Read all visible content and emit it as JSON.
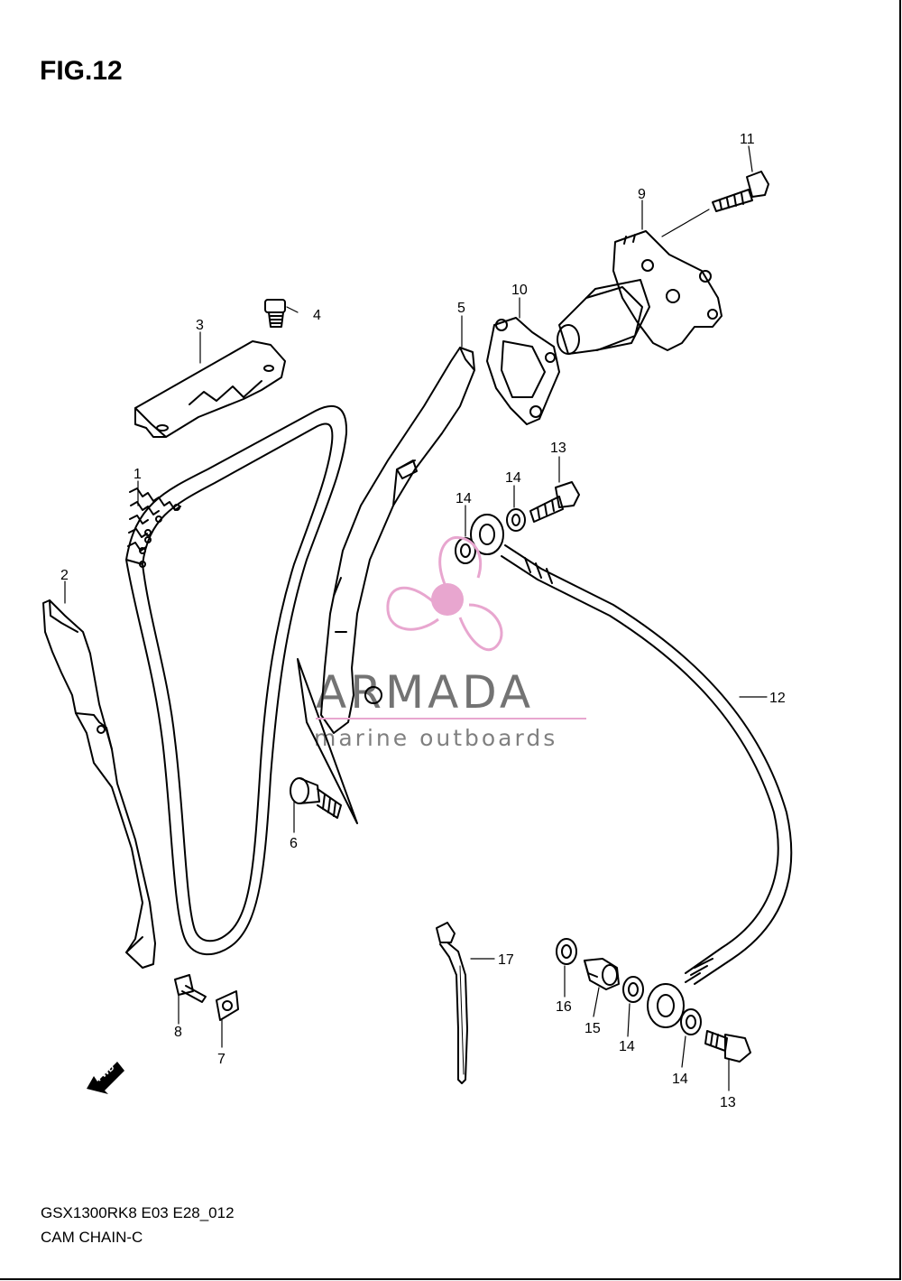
{
  "figure": {
    "title": "FIG.12"
  },
  "footer": {
    "model_code": "GSX1300RK8 E03 E28_012",
    "section_name": "CAM CHAIN-C"
  },
  "watermark": {
    "brand": "ARMADA",
    "tagline": "marine outboards",
    "accent_color": "#e8a6cf"
  },
  "direction_badge": {
    "text": "FWD"
  },
  "callouts": {
    "c1": "1",
    "c2": "2",
    "c3": "3",
    "c4": "4",
    "c5": "5",
    "c6": "6",
    "c7": "7",
    "c8": "8",
    "c9": "9",
    "c10": "10",
    "c11": "11",
    "c12": "12",
    "c13a": "13",
    "c13b": "13",
    "c14a": "14",
    "c14b": "14",
    "c14c": "14",
    "c14d": "14",
    "c15": "15",
    "c16": "16",
    "c17": "17"
  }
}
